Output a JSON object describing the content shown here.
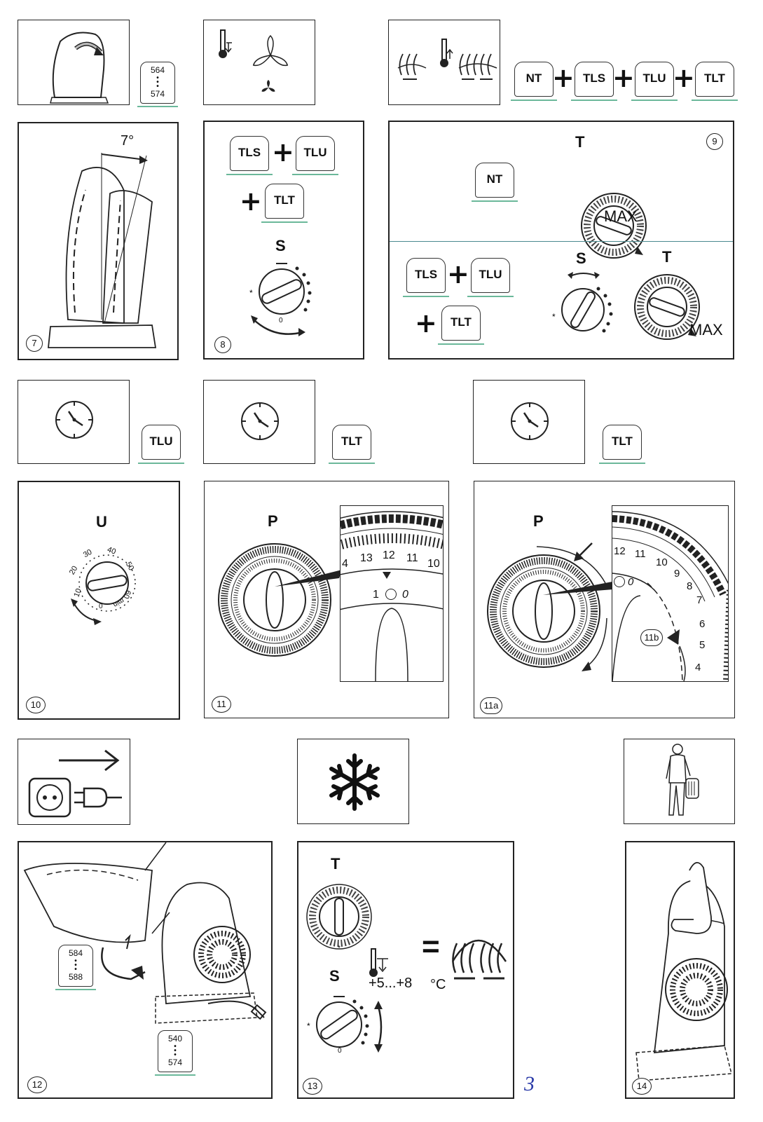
{
  "models": {
    "nt": "NT",
    "tls": "TLS",
    "tlu": "TLU",
    "tlt": "TLT"
  },
  "ranges": {
    "r1": {
      "from": "564",
      "to": "574"
    },
    "r2": {
      "from": "584",
      "to": "588"
    },
    "r3": {
      "from": "540",
      "to": "574"
    }
  },
  "figures": {
    "f7": "7",
    "f8": "8",
    "f9": "9",
    "f10": "10",
    "f11": "11",
    "f11a": "11a",
    "f11b": "11b",
    "f12": "12",
    "f13": "13",
    "f14": "14"
  },
  "dial_labels": {
    "t": "T",
    "s": "S",
    "u": "U",
    "p": "P",
    "max": "MAX",
    "zero": "0"
  },
  "tilt_angle": "7°",
  "timer_min": {
    "v10": "10",
    "v20": "20",
    "v30": "30",
    "v40": "40",
    "v50": "50",
    "v60": "60",
    "unit": "min",
    "zero": "0"
  },
  "zoom_hours": [
    "4",
    "13",
    "12",
    "11",
    "10"
  ],
  "zoom_markers": {
    "one": "1",
    "zero": "0"
  },
  "zoom2_hours": [
    "12",
    "11",
    "10",
    "9",
    "8",
    "7",
    "6",
    "5",
    "4"
  ],
  "frost": {
    "range": "+5...+8",
    "unit": "°C",
    "equals": "="
  },
  "page_number": "3"
}
